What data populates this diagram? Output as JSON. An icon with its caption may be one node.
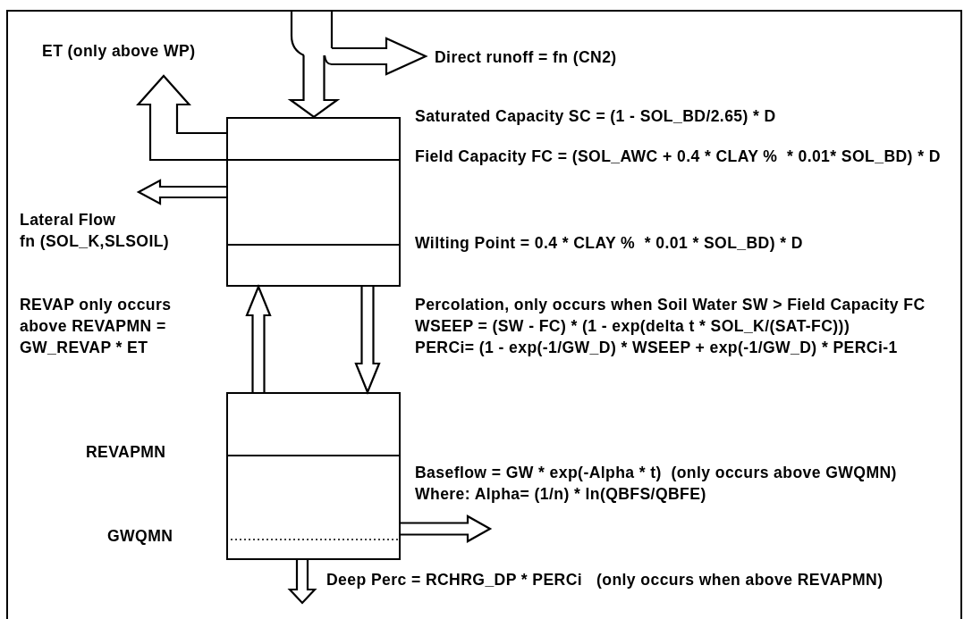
{
  "diagram": {
    "nodes": [
      {
        "text": [],
        "shape": "box"
      },
      {
        "text": [],
        "shape": "box"
      },
      {
        "text": [
          "Direct runoff = fn (CN2)"
        ]
      }
    ],
    "edges": [
      {
        "from": null,
        "to": 0,
        "arrow": "to"
      },
      {
        "from": null,
        "to": 2,
        "arrow": "to"
      },
      {
        "from": 0,
        "to": null,
        "arrow": "to"
      },
      {
        "from": 0,
        "to": null,
        "arrow": "to"
      },
      {
        "from": 1,
        "to": 0,
        "arrow": "to"
      },
      {
        "from": 0,
        "to": 1,
        "arrow": "to"
      },
      {
        "from": 1,
        "to": null,
        "arrow": "to"
      },
      {
        "from": 1,
        "to": null,
        "arrow": "to"
      }
    ],
    "labels": [
      "ET (only above WP)",
      "Saturated Capacity SC = (1 - SOL_BD/2.65) * D",
      "Field Capacity FC = (SOL_AWC + 0.4 * CLAY %  * 0.01* SOL_BD) * D",
      "Lateral Flow",
      "fn (SOL_K,SLSOIL)",
      "Wilting Point = 0.4 * CLAY %  * 0.01 * SOL_BD) * D",
      "REVAP only occurs above REVAPMN = GW_REVAP * ET",
      "Percolation, only occurs when Soil Water SW > Field Capacity FC",
      "WSEEP = (SW - FC) * (1 - exp(delta t * SOL_K/(SAT-FC)))",
      "PERCi= (1 - exp(-1/GW_D) * WSEEP + exp(-1/GW_D) * PERCi-1",
      "REVAPMN",
      "Baseflow = GW * exp(-Alpha * t)  (only occurs above GWQMN)",
      "Where: Alpha= (1/n) * ln(QBFS/QBFE)",
      "GWQMN",
      "Deep Perc = RCHRG_DP * PERCi   (only occurs when above REVAPMN)"
    ]
  }
}
